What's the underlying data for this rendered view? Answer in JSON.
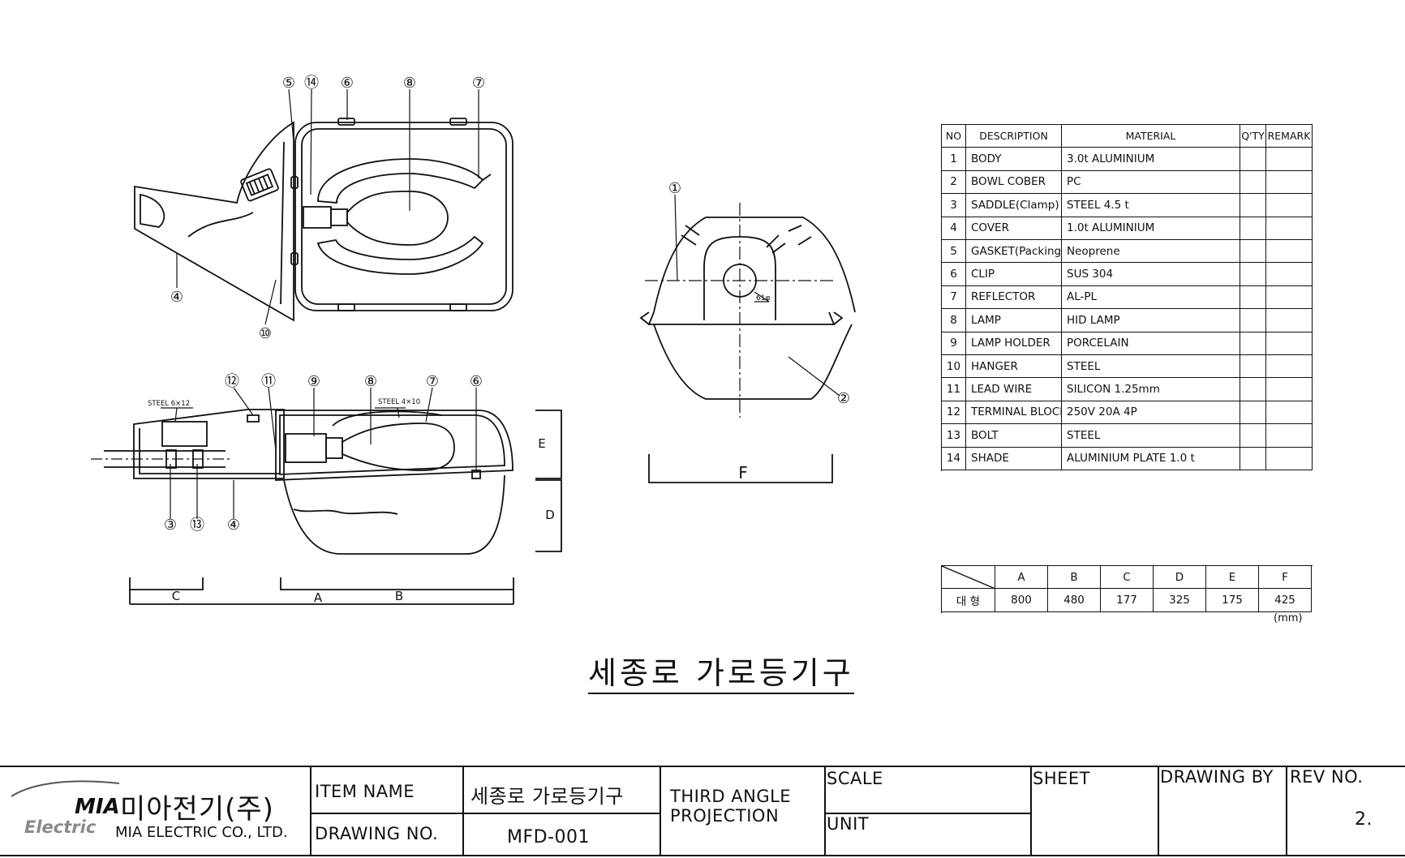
{
  "drawing_title": "세종로 가로등기구",
  "callouts": {
    "top_view": [
      "⑤",
      "⑭",
      "⑥",
      "⑧",
      "⑦",
      "④",
      "⑩"
    ],
    "side_view": [
      "⑫",
      "⑪",
      "⑨",
      "⑧",
      "⑦",
      "⑥",
      "③",
      "⑬",
      "④"
    ],
    "front_view": [
      "①",
      "②"
    ]
  },
  "side_view_notes": {
    "steel_left": "STEEL 6×12",
    "steel_right": "STEEL 4×10"
  },
  "dimension_letters": {
    "a": "A",
    "b": "B",
    "c": "C",
    "d": "D",
    "e": "E",
    "f": "F"
  },
  "front_view_note": "61φ",
  "parts_table": {
    "headers": [
      "NO",
      "DESCRIPTION",
      "MATERIAL",
      "Q'TY",
      "REMARK"
    ],
    "rows": [
      {
        "no": "1",
        "description": "BODY",
        "material": "3.0t ALUMINIUM",
        "qty": "",
        "remark": ""
      },
      {
        "no": "2",
        "description": "BOWL COBER",
        "material": "PC",
        "qty": "",
        "remark": ""
      },
      {
        "no": "3",
        "description": "SADDLE(Clamp)",
        "material": "STEEL 4.5 t",
        "qty": "",
        "remark": ""
      },
      {
        "no": "4",
        "description": "COVER",
        "material": "1.0t ALUMINIUM",
        "qty": "",
        "remark": ""
      },
      {
        "no": "5",
        "description": "GASKET(Packing)",
        "material": "Neoprene",
        "qty": "",
        "remark": ""
      },
      {
        "no": "6",
        "description": "CLIP",
        "material": "SUS 304",
        "qty": "",
        "remark": ""
      },
      {
        "no": "7",
        "description": "REFLECTOR",
        "material": "AL-PL",
        "qty": "",
        "remark": ""
      },
      {
        "no": "8",
        "description": "LAMP",
        "material": "HID LAMP",
        "qty": "",
        "remark": ""
      },
      {
        "no": "9",
        "description": "LAMP HOLDER",
        "material": "PORCELAIN",
        "qty": "",
        "remark": ""
      },
      {
        "no": "10",
        "description": "HANGER",
        "material": "STEEL",
        "qty": "",
        "remark": ""
      },
      {
        "no": "11",
        "description": "LEAD WIRE",
        "material": "SILICON 1.25mm",
        "qty": "",
        "remark": ""
      },
      {
        "no": "12",
        "description": "TERMINAL BLOCK",
        "material": "250V 20A 4P",
        "qty": "",
        "remark": ""
      },
      {
        "no": "13",
        "description": "BOLT",
        "material": "STEEL",
        "qty": "",
        "remark": ""
      },
      {
        "no": "14",
        "description": "SHADE",
        "material": "ALUMINIUM PLATE 1.0 t",
        "qty": "",
        "remark": ""
      }
    ]
  },
  "dimension_table": {
    "headers": [
      "A",
      "B",
      "C",
      "D",
      "E",
      "F"
    ],
    "row_label": "대 형",
    "values": [
      "800",
      "480",
      "177",
      "325",
      "175",
      "425"
    ],
    "unit": "(mm)"
  },
  "title_block": {
    "company_logo_text": "MIA",
    "company_korean": "미아전기(주)",
    "company_logo_sub": "Electric",
    "company_english": "MIA ELECTRIC CO., LTD.",
    "item_name_label": "ITEM NAME",
    "item_name_value": "세종로 가로등기구",
    "drawing_no_label": "DRAWING NO.",
    "drawing_no_value": "MFD-001",
    "projection_line1": "THIRD ANGLE",
    "projection_line2": "PROJECTION",
    "scale_label": "SCALE",
    "unit_label": "UNIT",
    "sheet_label": "SHEET",
    "drawing_by_label": "DRAWING BY",
    "rev_no_label": "REV NO.",
    "rev_no_value": "2."
  }
}
